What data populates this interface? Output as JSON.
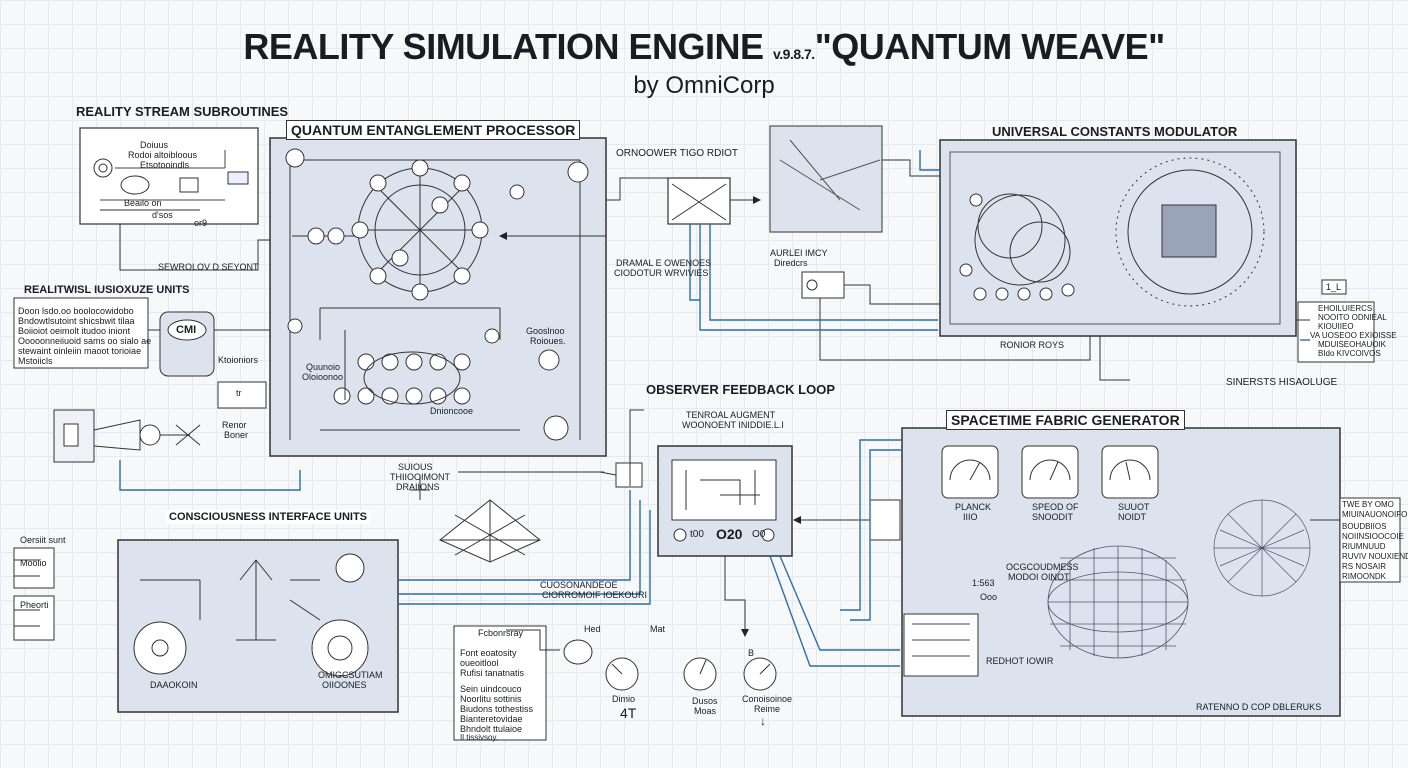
{
  "title": {
    "main": "REALITY SIMULATION ENGINE",
    "version": "v.9.8.7.",
    "name": "\"QUANTUM WEAVE\"",
    "byline": "by OmniCorp"
  },
  "modules": {
    "reality_stream": {
      "heading": "REALITY STREAM SUBROUTINES",
      "label1": "Doiuus",
      "label2": "Rodoi altoibloous",
      "label3": "Etsotooindls",
      "label4": "Beailo on",
      "label5": "d'sos",
      "label6": "or9",
      "footer": "SEWROLOV D SEYONT"
    },
    "realitwisl": {
      "heading": "REALITWISL IUSIOXUZE UNITS",
      "text": [
        "Doon lsdo.oo boolocowidobo",
        "Bndowtlsutoint shicsbwit tilaa",
        "Boiioiot oeimolt itudoo iniont",
        "Ooooonneiiuoid sams oo sialo ae",
        "stewaint oinleiin maoot torioiae",
        "Mstoiicls"
      ],
      "cmi": "CMI",
      "side": "Ktoioniors",
      "box_label": "tr",
      "receiver_label": "Renor",
      "receiver_label2": "Boner"
    },
    "qep": {
      "heading": "QUANTUM ENTANGLEMENT PROCESSOR",
      "label_right": "Gooslnoo",
      "label_right2": "Roioues.",
      "label_mid": "Quunoio",
      "label_mid2": "Oloioonoo",
      "label_bottom": "Dnioncooe"
    },
    "observer": {
      "heading": "OBSERVER FEEDBACK LOOP",
      "top_label": "ORNOOWER TIGO RDIOT",
      "left_label": "DRAMAL E OWENOES",
      "left_label2": "CIODOTUR WRVIVIES",
      "mid_label": "AURLEI IMCY",
      "mid_label2": "Diredcrs",
      "box_label": "TENROAL AUGMENT",
      "box_label2": "WOONOENT INIDDIE.L.I",
      "button1": "t00",
      "button2": "O20",
      "button3": "O0",
      "left_small": "SUIOUS",
      "left_small2": "THIIOOIMONT",
      "left_small3": "DRAIIONS"
    },
    "ucm": {
      "heading": "UNIVERSAL CONSTANTS MODULATOR",
      "footer": "RONIOR ROYS",
      "side_box": "1_L",
      "side_text": [
        "EHOILUIERCS",
        "NOOITO ODNIEAL",
        "KIOUIIEO",
        "VA UOSEOO EXIOISSE",
        "MDUISEOHAUOIK",
        "BIdo KIVCOIVOS"
      ]
    },
    "stfg": {
      "heading": "SPACETIME FABRIC GENERATOR",
      "corner": "SINERSTS HISAOLUGE",
      "gauge1": "PLANCK",
      "gauge1b": "IIIO",
      "gauge2": "SPEOD OF",
      "gauge2b": "SNOODIT",
      "gauge3": "SUUOT",
      "gauge3b": "NOIDT",
      "mid_label": "OCGCOUDMESS",
      "mid_label2": "MODOI OINOT",
      "readout": "1:563",
      "readout2": "Ooo",
      "box_label": "REDHOT IOWIR",
      "footer": "RATENNO D COP DBLERUKS",
      "side_text": [
        "TWE BY OMO",
        "MIUINAUONOIFOEN",
        "BOUDBIIOS",
        "NOIINSIOOCOIE",
        "RIUMNUUD",
        "RUVIV NOUXIEND",
        "RS NOSAIR",
        "RIMOONDK"
      ]
    },
    "ciu": {
      "heading": "CONSCIOUSNESS INTERFACE UNITS",
      "left_label": "Oersiit sunt",
      "left_label2": "Moolio",
      "left_label3": "Pheorti",
      "bottom_left": "DAAOKOIN",
      "bottom_right": "OMIGCSUTIAM",
      "bottom_right2": "OIIOONES"
    },
    "bottom": {
      "crossing": "CUOSONANDEOE",
      "crossing2": "CIORROMOIF IOEKOURI",
      "note_title": "Fcbonrsray",
      "note": [
        "Font eoatosity",
        "oueoitlool",
        "Rufisi tanatnatis"
      ],
      "note2": [
        "Sein uindcouco",
        "Noorlitu sottinis",
        "Biudons tothestiss",
        "Bianteretovidae",
        "Bhndolt ttulaioe",
        "Il tissivsoy."
      ],
      "probe1": "Hed",
      "probe2": "Mat",
      "probe3": "B",
      "out1": "Dimio",
      "out1b": "4T",
      "out2": "Dusos",
      "out2b": "Moas",
      "out3": "Conoisoinoe",
      "out3b": "Reime",
      "out3c": "↓"
    }
  }
}
